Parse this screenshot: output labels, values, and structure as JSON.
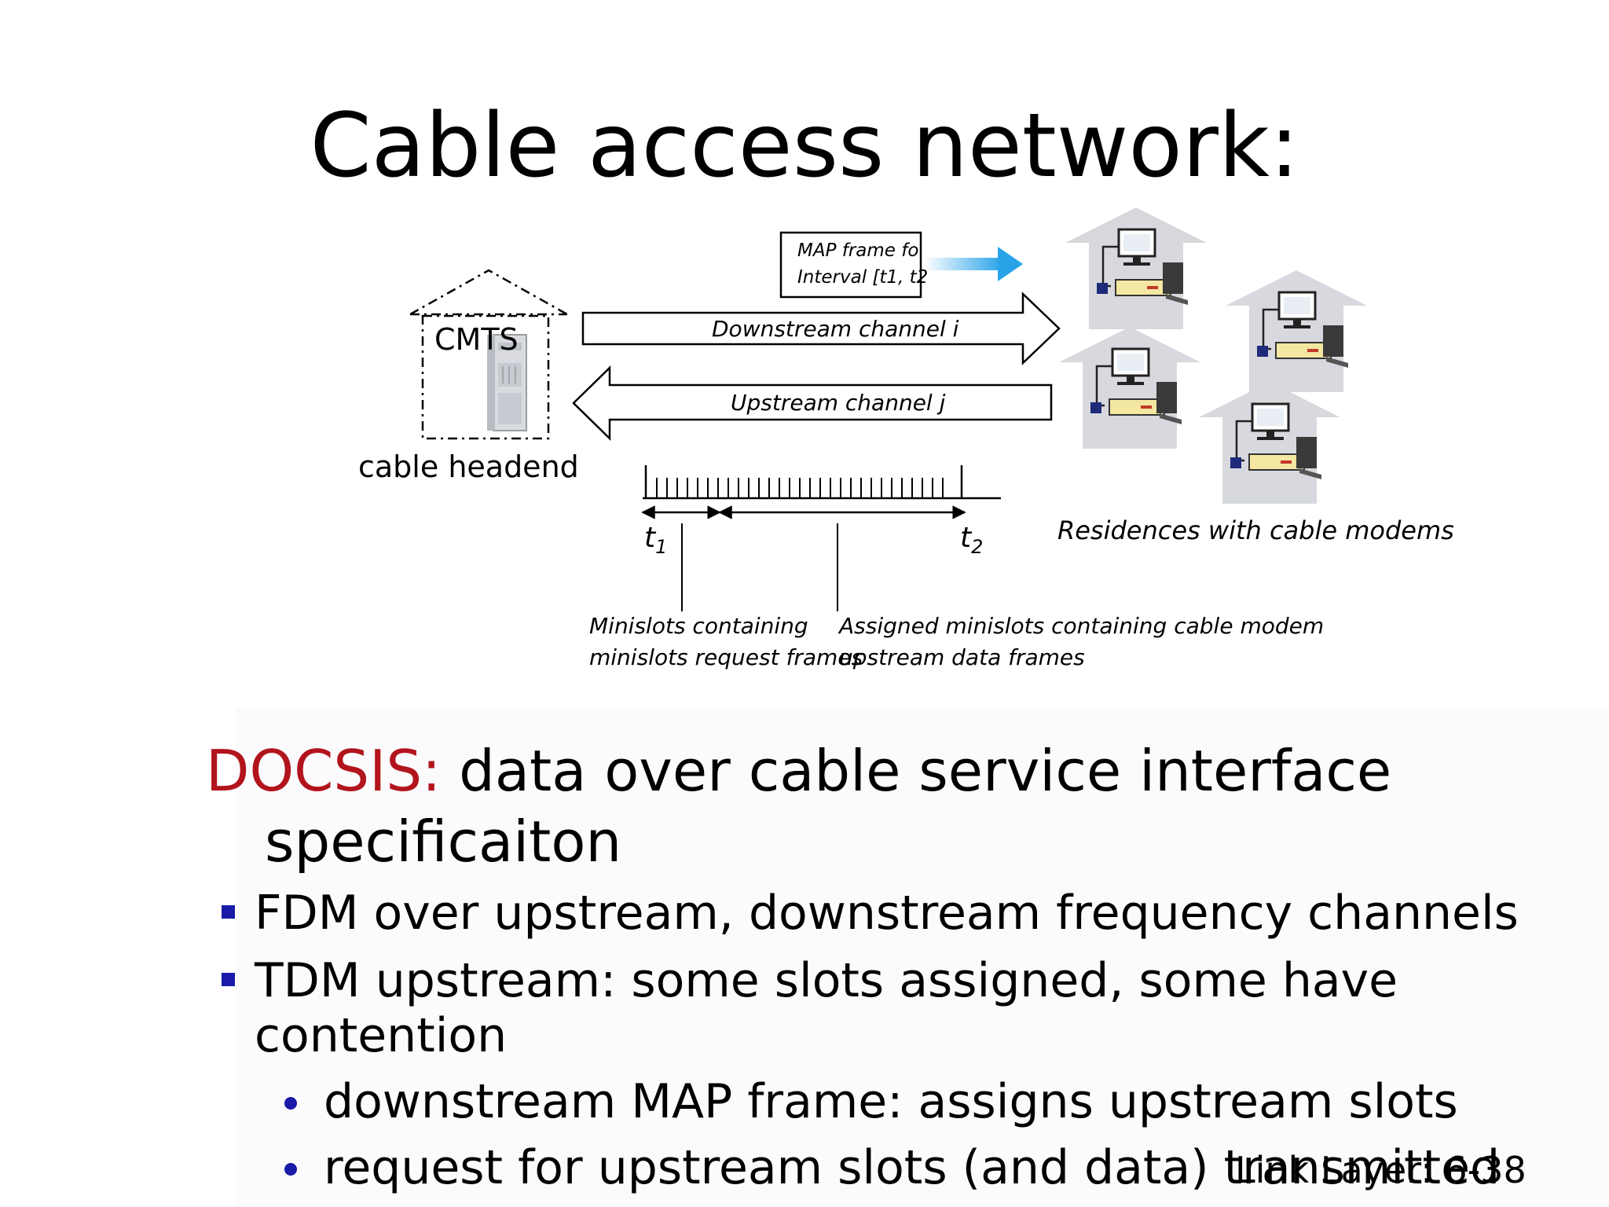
{
  "slide": {
    "title": "Cable access network:",
    "footer": "Link Layer: 6-38"
  },
  "diagram": {
    "headend_box_label": "CMTS",
    "headend_caption": "cable headend",
    "map_frame_line1": "MAP frame fo",
    "map_frame_line2": "Interval [t1, t2",
    "downstream_label": "Downstream channel i",
    "upstream_label": "Upstream channel j",
    "t1_label": "t",
    "t1_sub": "1",
    "t2_label": "t",
    "t2_sub": "2",
    "residences_caption": "Residences with cable modems",
    "minislots_req_line1": "Minislots containing",
    "minislots_req_line2": "minislots request frames",
    "assigned_line1": "Assigned minislots containing cable modem",
    "assigned_line2": "upstream data frames",
    "colors": {
      "map_arrow": "#29a3e8",
      "house": "#d7d9de",
      "modem": "#f4e7a1"
    }
  },
  "content": {
    "docsis_word": "DOCSIS:",
    "docsis_rest": " data over cable service interface",
    "docsis_cont": "specificaiton",
    "bullets": [
      {
        "text": "FDM over upstream, downstream frequency channels"
      },
      {
        "text": "TDM upstream: some slots assigned, some have",
        "cont": "contention"
      }
    ],
    "subbullets": [
      {
        "text": "downstream MAP frame: assigns upstream slots"
      },
      {
        "text": "request for upstream slots (and data) transmitted"
      }
    ],
    "colors": {
      "docsis": "#b2141c",
      "bullet": "#1a1aa8"
    }
  }
}
